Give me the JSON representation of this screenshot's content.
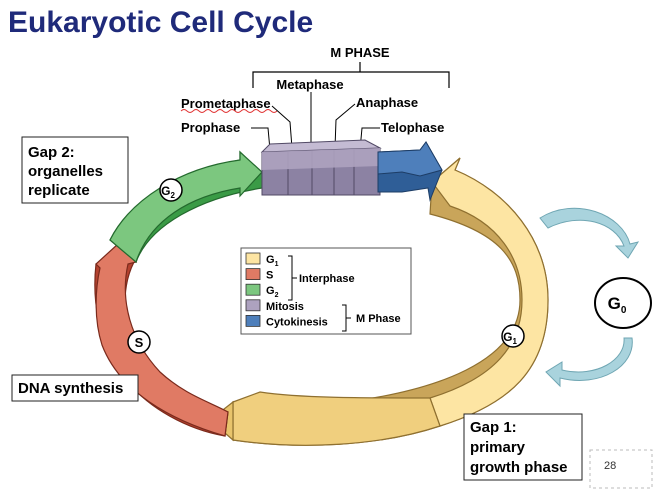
{
  "title": "Eukaryotic Cell Cycle",
  "m_phase_bracket": {
    "label": "M PHASE",
    "stages": [
      "Prophase",
      "Prometaphase",
      "Metaphase",
      "Anaphase",
      "Telophase"
    ]
  },
  "boxes": {
    "gap2": [
      "Gap 2:",
      "organelles",
      "replicate"
    ],
    "dna": "DNA synthesis",
    "gap1": [
      "Gap 1:",
      "primary",
      "growth phase"
    ]
  },
  "markers": {
    "g2": {
      "main": "G",
      "sub": "2"
    },
    "s": "S",
    "g1": {
      "main": "G",
      "sub": "1"
    },
    "g0": {
      "main": "G",
      "sub": "0"
    }
  },
  "legend": {
    "items": [
      {
        "label": "G",
        "sub": "1",
        "color": "#fde5a3"
      },
      {
        "label": "S",
        "sub": "",
        "color": "#e07a64"
      },
      {
        "label": "G",
        "sub": "2",
        "color": "#7cc77f"
      },
      {
        "label": "Mitosis",
        "sub": "",
        "color": "#ada2bf"
      },
      {
        "label": "Cytokinesis",
        "sub": "",
        "color": "#4e7fbb"
      }
    ],
    "group1": "Interphase",
    "group2": "M Phase"
  },
  "page_number": "28",
  "colors": {
    "g1": "#fde5a3",
    "g1_side": "#c9a55a",
    "s": "#e07a64",
    "s_side": "#b4422f",
    "g2": "#7cc77f",
    "g2_side": "#3a9b46",
    "mitosis": "#ada2bf",
    "cytokinesis": "#4e7fbb",
    "title": "#1f2a7a",
    "g0_arrow": "#a9d3dd"
  }
}
